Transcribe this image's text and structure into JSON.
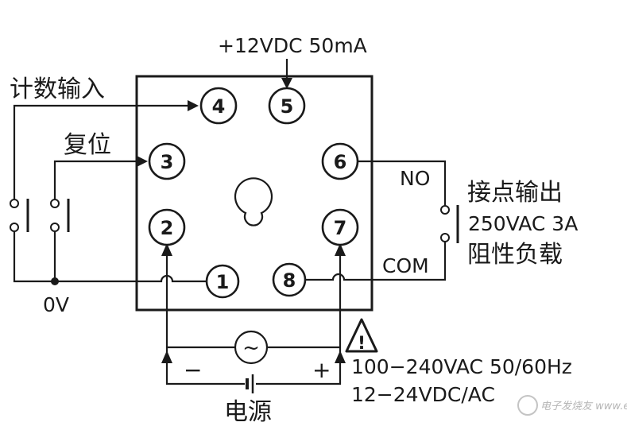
{
  "supply_top": "+12VDC 50mA",
  "count_input": "计数输入",
  "reset": "复位",
  "zero_v": "0V",
  "pins": [
    "1",
    "2",
    "3",
    "4",
    "5",
    "6",
    "7",
    "8"
  ],
  "no": "NO",
  "com": "COM",
  "contact_output": "接点输出",
  "rating": "250VAC 3A",
  "resistive_load": "阻性负载",
  "minus": "−",
  "plus": "+",
  "warning_symbol": "!",
  "ac_symbol": "~",
  "power_ac": "100−240VAC 50/60Hz",
  "power_dc": "12−24VDC/AC",
  "power_source": "电源",
  "watermark": "电子发烧友 www.elecfans.com"
}
